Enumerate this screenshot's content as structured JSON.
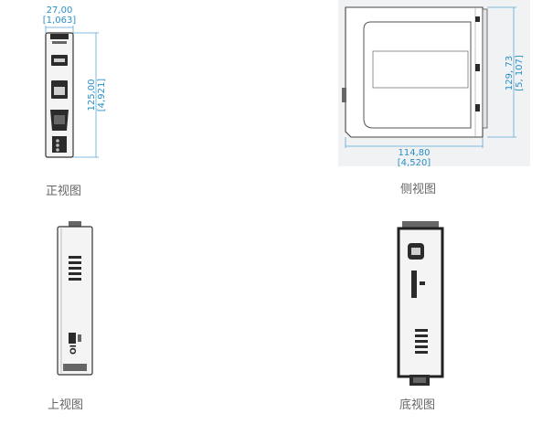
{
  "front_view": {
    "caption": "正视图",
    "width_mm": "27,00",
    "width_in": "[1,063]",
    "height_mm": "125,00",
    "height_in": "[4,921]"
  },
  "side_view": {
    "caption": "侧视图",
    "width_mm": "114,80",
    "width_in": "[4,520]",
    "height_mm": "129, 73",
    "height_in": "[5, 107]"
  },
  "top_view": {
    "caption": "上视图"
  },
  "bottom_view": {
    "caption": "底视图"
  },
  "colors": {
    "dimension": "#2a8fc6",
    "outline": "#333333",
    "panel_bg": "#f1f2f3"
  }
}
